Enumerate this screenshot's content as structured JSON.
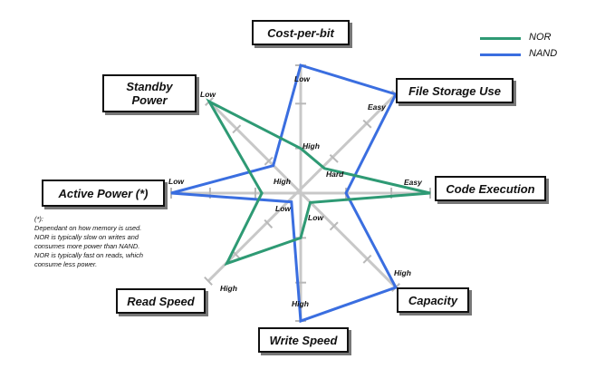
{
  "axes": {
    "cost_per_bit": "Cost-per-bit",
    "file_storage_use": "File Storage Use",
    "code_execution": "Code Execution",
    "capacity": "Capacity",
    "write_speed": "Write Speed",
    "read_speed": "Read Speed",
    "active_power": "Active Power (*)",
    "standby_power": "Standby Power"
  },
  "tick_labels": {
    "cost_low": "Low",
    "cost_high": "High",
    "file_easy": "Easy",
    "file_hard": "Hard",
    "code_easy": "Easy",
    "capacity_low": "Low",
    "capacity_high": "High",
    "write_high": "High",
    "read_high": "High",
    "active_low": "Low",
    "active_high": "High",
    "standby_low": "Low",
    "read_low": "Low"
  },
  "legend": [
    {
      "name": "NOR",
      "color": "#2e9a74"
    },
    {
      "name": "NAND",
      "color": "#3a6ee0"
    }
  ],
  "note": {
    "lines": [
      "(*):",
      "Dependant on how memory is used.",
      "NOR is typically slow on writes and",
      "consumes more power than NAND.",
      "NOR is typically fast on reads, which",
      "consume less power."
    ]
  },
  "chart_data": {
    "type": "radar",
    "categories": [
      "Cost-per-bit",
      "File Storage Use",
      "Code Execution",
      "Capacity",
      "Write Speed",
      "Read Speed",
      "Active Power (*)",
      "Standby Power"
    ],
    "series": [
      {
        "name": "NOR",
        "values": [
          0.35,
          0.25,
          1.0,
          0.1,
          0.35,
          0.8,
          0.3,
          1.0
        ]
      },
      {
        "name": "NAND",
        "values": [
          1.0,
          1.0,
          0.35,
          1.0,
          1.0,
          0.1,
          1.0,
          0.3
        ]
      }
    ]
  }
}
